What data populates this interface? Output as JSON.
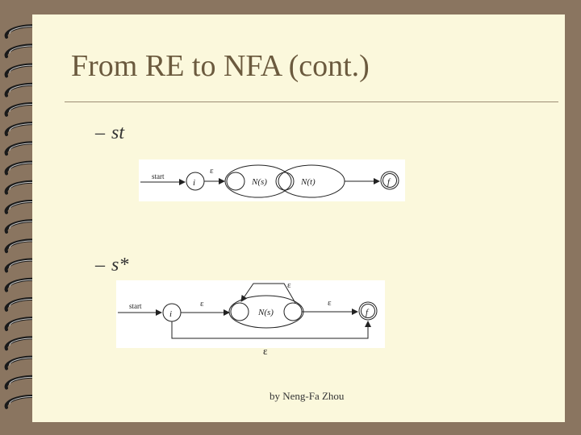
{
  "slide": {
    "title": "From RE to NFA (cont.)",
    "footer": "by Neng-Fa Zhou"
  },
  "bullets": [
    {
      "dash": "–",
      "expr": "st"
    },
    {
      "dash": "–",
      "expr": "s*"
    }
  ],
  "diagram_st": {
    "start_label": "start",
    "state_i": "i",
    "state_f": "f",
    "sub_ns": "N(s)",
    "sub_nt": "N(t)",
    "epsilon": "ε"
  },
  "diagram_sstar": {
    "start_label": "start",
    "state_i": "i",
    "state_f": "f",
    "sub_ns": "N(s)",
    "eps_top": "ε",
    "eps_in": "ε",
    "eps_out": "ε",
    "eps_bottom": "ε"
  },
  "colors": {
    "background": "#8a7560",
    "page": "#fbf8dc",
    "title": "#6b5a3e"
  }
}
